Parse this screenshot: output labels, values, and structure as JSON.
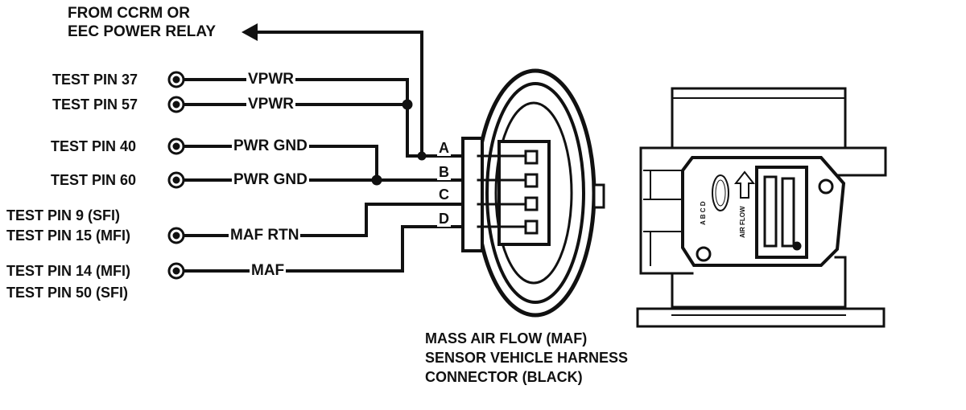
{
  "source": {
    "line1": "FROM CCRM OR",
    "line2": "EEC POWER RELAY"
  },
  "test_pins": [
    "TEST PIN 37",
    "TEST PIN 57",
    "TEST PIN 40",
    "TEST PIN 60",
    "TEST PIN 9 (SFI)",
    "TEST PIN 15 (MFI)",
    "TEST PIN 14 (MFI)",
    "TEST PIN 50 (SFI)"
  ],
  "signals": [
    "VPWR",
    "VPWR",
    "PWR GND",
    "PWR GND",
    "MAF RTN",
    "MAF"
  ],
  "connector_pins": [
    "A",
    "B",
    "C",
    "D"
  ],
  "caption": {
    "line1": "MASS AIR FLOW (MAF)",
    "line2": "SENSOR VEHICLE HARNESS",
    "line3": "CONNECTOR (BLACK)"
  },
  "sensor_marks": {
    "pin_letters": "A B C D",
    "flow_label": "AIR FLOW"
  },
  "colors": {
    "ink": "#111111",
    "paper": "#ffffff"
  }
}
